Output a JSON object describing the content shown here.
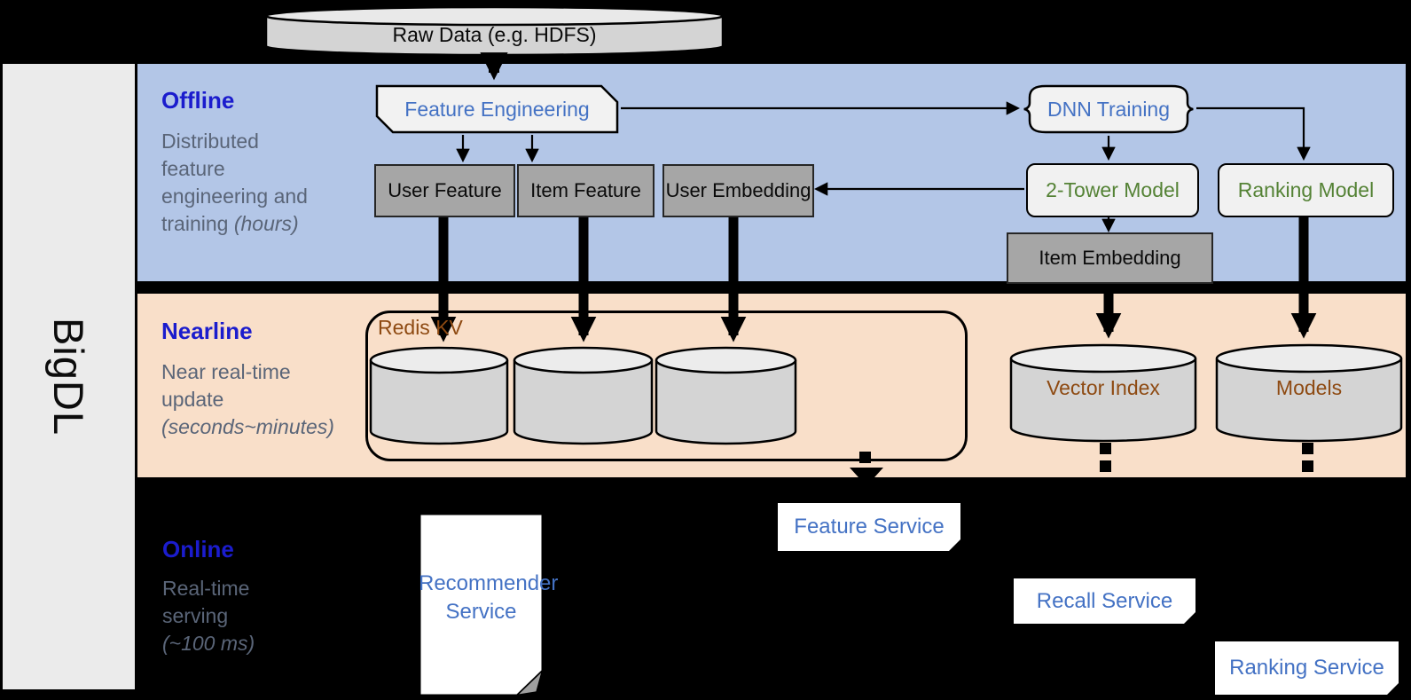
{
  "colors": {
    "background": "#000000",
    "sidebar": "#ebebeb",
    "offline_band": "#b3c6e7",
    "nearline_band": "#f9dfc9",
    "section_title_blue": "#1b1ccd",
    "description_gray": "#5a6578",
    "process_label_blue": "#4472c4",
    "model_label_green": "#548235",
    "storage_label_brown": "#8e4a12",
    "data_box_gray": "#a6a6a6",
    "shape_fill_light": "#f2f2f2"
  },
  "sidebar": {
    "brand": "BigDL"
  },
  "raw_data": {
    "label": "Raw Data (e.g. HDFS)"
  },
  "offline": {
    "title": "Offline",
    "desc_line1": "Distributed",
    "desc_line2": "feature",
    "desc_line3": "engineering and",
    "desc_line4": "training",
    "desc_italic": "(hours)",
    "feature_engineering": "Feature Engineering",
    "dnn_training": "DNN Training",
    "user_feature": "User Feature",
    "item_feature": "Item Feature",
    "user_embedding": "User Embedding",
    "two_tower_model": "2-Tower Model",
    "ranking_model": "Ranking Model",
    "item_embedding": "Item Embedding"
  },
  "nearline": {
    "title": "Nearline",
    "desc_line1": "Near real-time",
    "desc_line2": "update",
    "desc_italic": "(seconds~minutes)",
    "redis_kv": "Redis KV",
    "vector_index": "Vector Index",
    "models": "Models"
  },
  "online": {
    "title": "Online",
    "desc_line1": "Real-time",
    "desc_line2": "serving",
    "desc_italic": "(~100 ms)",
    "recommender_line1": "Recommender",
    "recommender_line2": "Service",
    "feature_service": "Feature Service",
    "recall_service": "Recall Service",
    "ranking_service": "Ranking Service"
  }
}
